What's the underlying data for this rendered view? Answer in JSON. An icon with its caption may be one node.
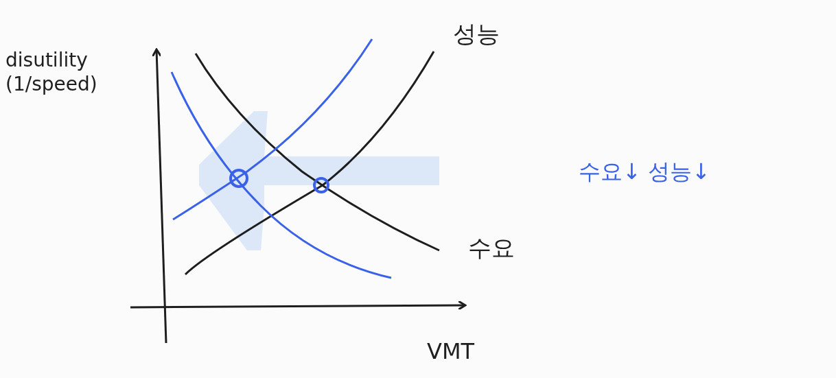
{
  "diagram": {
    "labels": [
      "성능",
      "disutility (1/speed)",
      "수요↓ 성능↓",
      "수요",
      "VMT"
    ]
  }
}
